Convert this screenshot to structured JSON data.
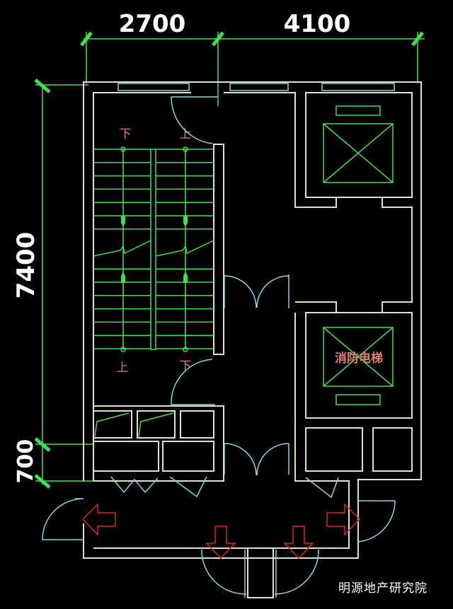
{
  "dimensions": {
    "top_left": "2700",
    "top_right": "4100",
    "left_total": "7400",
    "left_corridor": "700"
  },
  "stair_labels": {
    "top_left": "下",
    "top_right": "上",
    "bottom_left": "上",
    "bottom_right": "下"
  },
  "fire_elevator_label": "消防电梯",
  "watermark": "明源地产研究院",
  "colors": {
    "wall": "#e6dfc6",
    "stair": "#3fe04f",
    "door": "#7fd8e6",
    "arrow": "#e0202a",
    "label": "#e07b70"
  }
}
